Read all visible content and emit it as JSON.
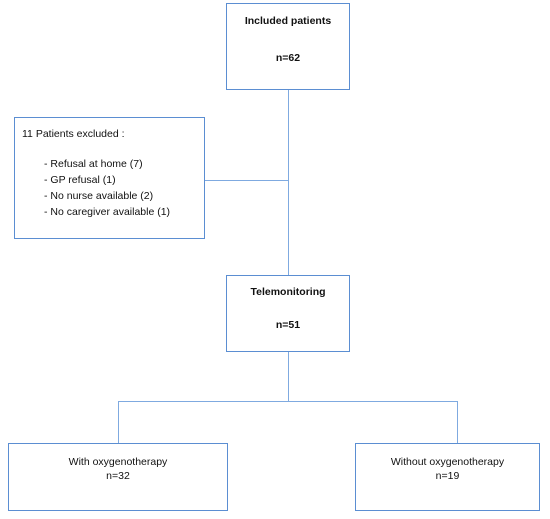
{
  "included": {
    "title": "Included patients",
    "count": "n=62"
  },
  "excluded": {
    "title": "11 Patients excluded :",
    "reasons": [
      "- Refusal at home (7)",
      "- GP refusal (1)",
      "- No nurse available (2)",
      "- No caregiver available (1)"
    ]
  },
  "telemonitoring": {
    "title": "Telemonitoring",
    "count": "n=51"
  },
  "with_oxygen": {
    "title": "With oxygenotherapy",
    "count": "n=32"
  },
  "without_oxygen": {
    "title": "Without oxygenotherapy",
    "count": "n=19"
  },
  "colors": {
    "box_border": "#5b8ed2",
    "connector": "#7faae0"
  }
}
